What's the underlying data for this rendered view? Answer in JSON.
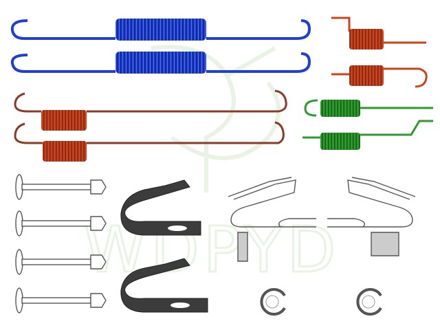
{
  "watermark": {
    "text": "WDPYD",
    "color": "#e6f2e0"
  },
  "colors": {
    "blue_spring": "#1e3fd0",
    "blue_spring_dark": "#0f2590",
    "rust_spring": "#c8431e",
    "rust_spring_dark": "#7a2410",
    "maroon_rod": "#8a3a26",
    "green_spring": "#2e9a2e",
    "green_spring_dark": "#135c13",
    "clip_dark": "#3c3c3c",
    "outline": "#555555"
  },
  "parts": [
    {
      "name": "long-blue-spring",
      "color": "blue",
      "count": 2
    },
    {
      "name": "short-rust-spring",
      "color": "rust",
      "count": 2
    },
    {
      "name": "long-maroon-spring",
      "color": "maroon",
      "count": 2
    },
    {
      "name": "green-hook-spring",
      "color": "green",
      "count": 2
    },
    {
      "name": "hold-down-pin",
      "color": "steel",
      "count": 4
    },
    {
      "name": "dark-clip",
      "color": "dark-grey",
      "count": 2
    },
    {
      "name": "wire-retainer-clip",
      "color": "steel",
      "count": 2
    },
    {
      "name": "e-clip",
      "color": "steel",
      "count": 2
    }
  ]
}
